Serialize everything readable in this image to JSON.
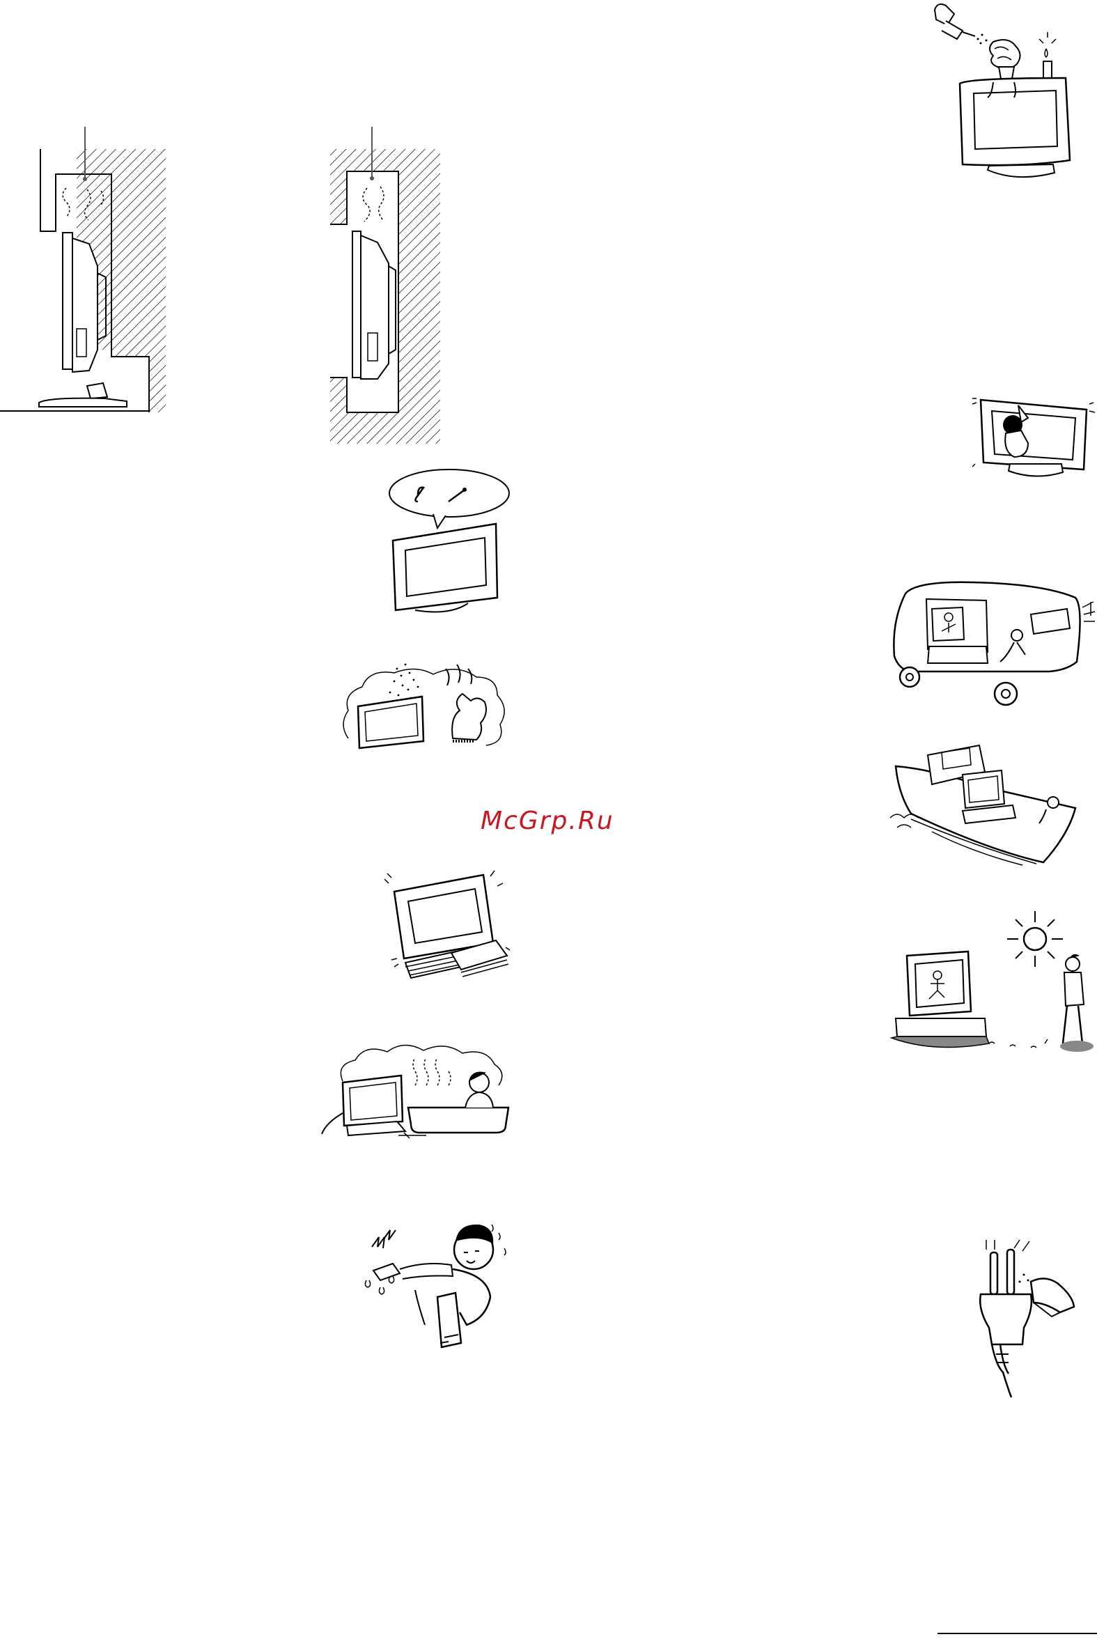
{
  "watermark": {
    "text": "McGrp.Ru",
    "color": "#c8171e"
  },
  "illustrations": [
    {
      "name": "tv-on-stand-in-recess"
    },
    {
      "name": "tv-wall-mounted-in-recess"
    },
    {
      "name": "no-metal-objects-inside"
    },
    {
      "name": "avoid-oily-smoky-places"
    },
    {
      "name": "do-not-place-on-unstable-surface"
    },
    {
      "name": "avoid-humid-bathroom"
    },
    {
      "name": "do-not-touch-plug-with-wet-hands"
    },
    {
      "name": "no-water-or-candles-on-tv"
    },
    {
      "name": "do-not-hang-on-tv"
    },
    {
      "name": "do-not-use-in-vehicle"
    },
    {
      "name": "do-not-use-on-boat"
    },
    {
      "name": "avoid-direct-sunlight"
    },
    {
      "name": "clean-plug-prongs"
    }
  ]
}
